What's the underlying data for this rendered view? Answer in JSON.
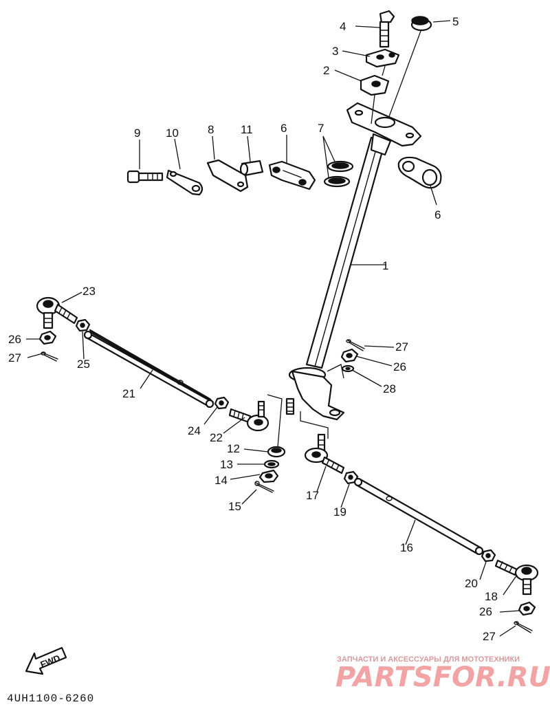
{
  "diagram_code": "4UH1100-6260",
  "fwd_label": "FWD",
  "watermark": {
    "tagline": "ЗАПЧАСТИ И АКСЕССУАРЫ ДЛЯ МОТОТЕХНИКИ",
    "brand": "PARTSFOR.RU"
  },
  "callouts": {
    "n1": "1",
    "n2": "2",
    "n3": "3",
    "n4": "4",
    "n5": "5",
    "n6a": "6",
    "n6b": "6",
    "n7": "7",
    "n8": "8",
    "n9": "9",
    "n10": "10",
    "n11": "11",
    "n12": "12",
    "n13": "13",
    "n14": "14",
    "n15": "15",
    "n16": "16",
    "n17": "17",
    "n18": "18",
    "n19": "19",
    "n20": "20",
    "n21": "21",
    "n22": "22",
    "n23": "23",
    "n24": "24",
    "n25": "25",
    "n26a": "26",
    "n26b": "26",
    "n26c": "26",
    "n27a": "27",
    "n27b": "27",
    "n27c": "27",
    "n28": "28"
  }
}
